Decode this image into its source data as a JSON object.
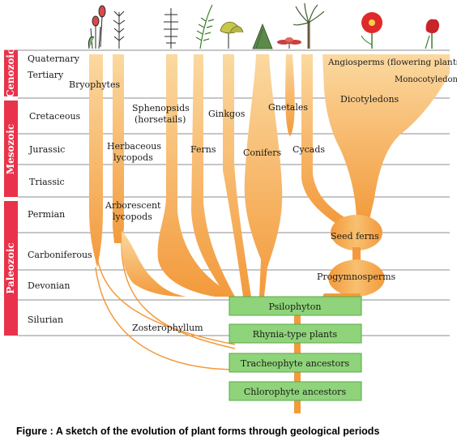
{
  "eras": [
    {
      "name": "Cenozoic"
    },
    {
      "name": "Mesozoic"
    },
    {
      "name": "Paleozoic"
    }
  ],
  "periods": [
    "Quaternary",
    "Tertiary",
    "Cretaceous",
    "Jurassic",
    "Triassic",
    "Permian",
    "Carboniferous",
    "Devonian",
    "Silurian"
  ],
  "lineages": {
    "bryophytes": "Bryophytes",
    "sphenopsids_1": "Sphenopsids",
    "sphenopsids_2": "(horsetails)",
    "ginkgos": "Ginkgos",
    "gnetales": "Gnetales",
    "angiosperms": "Angiosperms (flowering plants)",
    "monocotyledons": "Monocotyledons",
    "dicotyledons": "Dicotyledons",
    "herbaceous_1": "Herbaceous",
    "herbaceous_2": "lycopods",
    "ferns": "Ferns",
    "conifers": "Conifers",
    "cycads": "Cycads",
    "arborescent_1": "Arborescent",
    "arborescent_2": "lycopods",
    "seed_ferns": "Seed ferns",
    "progymnosperms": "Progymnosperms",
    "zosterophyllum": "Zosterophyllum"
  },
  "ancestor_boxes": [
    "Psilophyton",
    "Rhynia-type plants",
    "Tracheophyte ancestors",
    "Chlorophyte ancestors"
  ],
  "caption": "Figure : A sketch of the evolution of plant forms through geological periods",
  "colors": {
    "era_band": "#e8334a",
    "branch": "#f39a3c",
    "branch_light": "#f8c070",
    "ancestor_box": "#8fd47a",
    "ancestor_box_border": "#5aa84a",
    "grid_line": "#8c8c8c"
  }
}
